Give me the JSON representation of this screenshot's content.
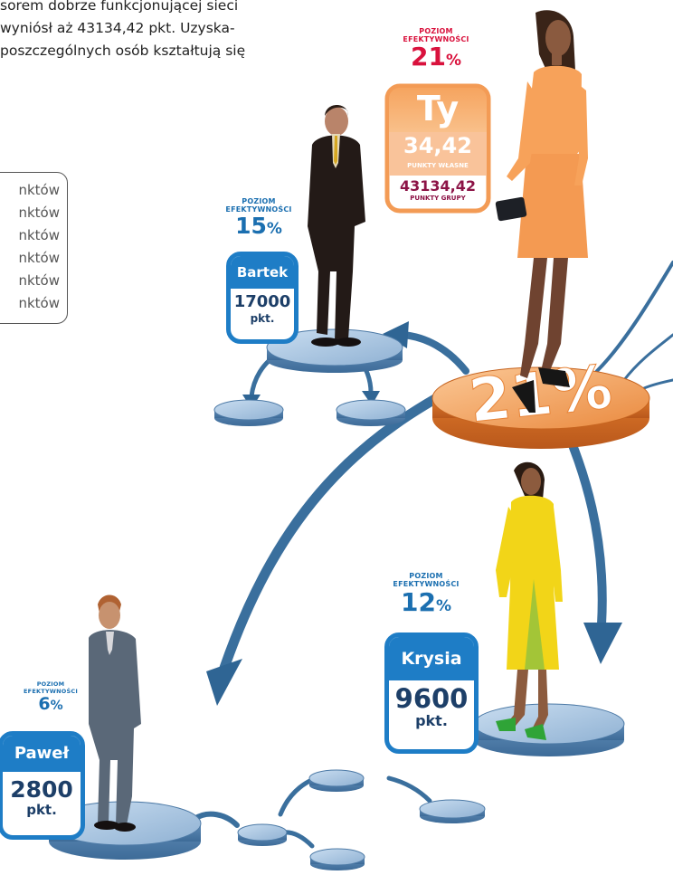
{
  "intro": {
    "lines": [
      "sorem dobrze funkcjonującej sieci",
      "wyniósł aż 43134,42 pkt. Uzyska-",
      "poszczególnych osób kształtują się"
    ]
  },
  "legend": {
    "rows": [
      "nktów",
      "nktów",
      "nktów",
      "nktów",
      "nktów",
      "nktów"
    ]
  },
  "ty": {
    "eff_label_1": "POZIOM",
    "eff_label_2": "EFEKTYWNOŚCI",
    "eff_value": "21",
    "pct_sign": "%",
    "name": "Ty",
    "own_points": "34,42",
    "own_label": "PUNKTY WŁASNE",
    "group_points": "43134,42",
    "group_label": "PUNKTY GRUPY",
    "platform_text": "21%"
  },
  "bartek": {
    "eff_label_1": "POZIOM",
    "eff_label_2": "EFEKTYWNOŚCI",
    "eff_value": "15",
    "pct_sign": "%",
    "name": "Bartek",
    "points": "17000",
    "unit": "pkt."
  },
  "krysia": {
    "eff_label_1": "POZIOM",
    "eff_label_2": "EFEKTYWNOŚCI",
    "eff_value": "12",
    "pct_sign": "%",
    "name": "Krysia",
    "points": "9600",
    "unit": "pkt."
  },
  "pawel": {
    "eff_label_1": "POZIOM",
    "eff_label_2": "EFEKTYWNOŚCI",
    "eff_value": "6",
    "pct_sign": "%",
    "name": "Paweł",
    "points": "2800",
    "unit": "pkt."
  },
  "colors": {
    "accent_red": "#d9123d",
    "orange": "#f2a25e",
    "blue_card": "#1e7dc6",
    "navy_text": "#1d3f68",
    "arrow_blue": "#2f6f9e",
    "group_purple": "#8c1346"
  }
}
